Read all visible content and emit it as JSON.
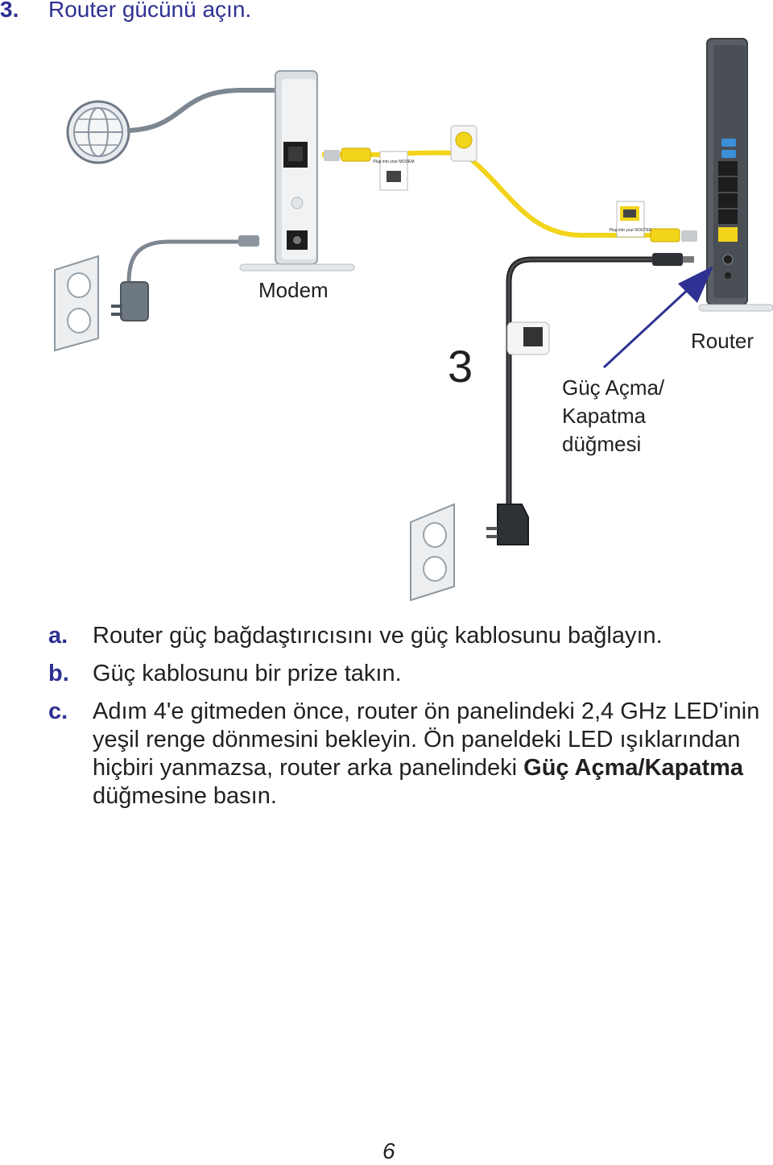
{
  "heading": {
    "number": "3.",
    "title": "Router gücünü açın."
  },
  "diagram": {
    "modem_label": "Modem",
    "router_label": "Router",
    "step_number": "3",
    "power_button_label": [
      "Güç Açma/",
      "Kapatma",
      "düğmesi"
    ],
    "plug_into_modem_text": "Plug into your MODEM",
    "plug_into_router_text": "Plug into your ROUTER"
  },
  "steps": [
    {
      "marker": "a.",
      "text": "Router güç bağdaştırıcısını ve güç kablosunu bağlayın."
    },
    {
      "marker": "b.",
      "text": "Güç kablosunu bir prize takın."
    },
    {
      "marker": "c.",
      "text": "Adım 4'e gitmeden önce, router ön panelindeki 2,4 GHz LED'inin yeşil renge dönmesini bekleyin. Ön paneldeki LED ışıklarından hiçbiri yanmazsa, router arka panelindeki ",
      "bold": "Güç Açma/Kapatma",
      "after": " düğmesine basın."
    }
  ],
  "page_number": "6",
  "colors": {
    "heading": "#2e3192",
    "ethernet_cable": "#f2d41a",
    "arrow": "#2e3192",
    "power_cable": "#231f20"
  }
}
